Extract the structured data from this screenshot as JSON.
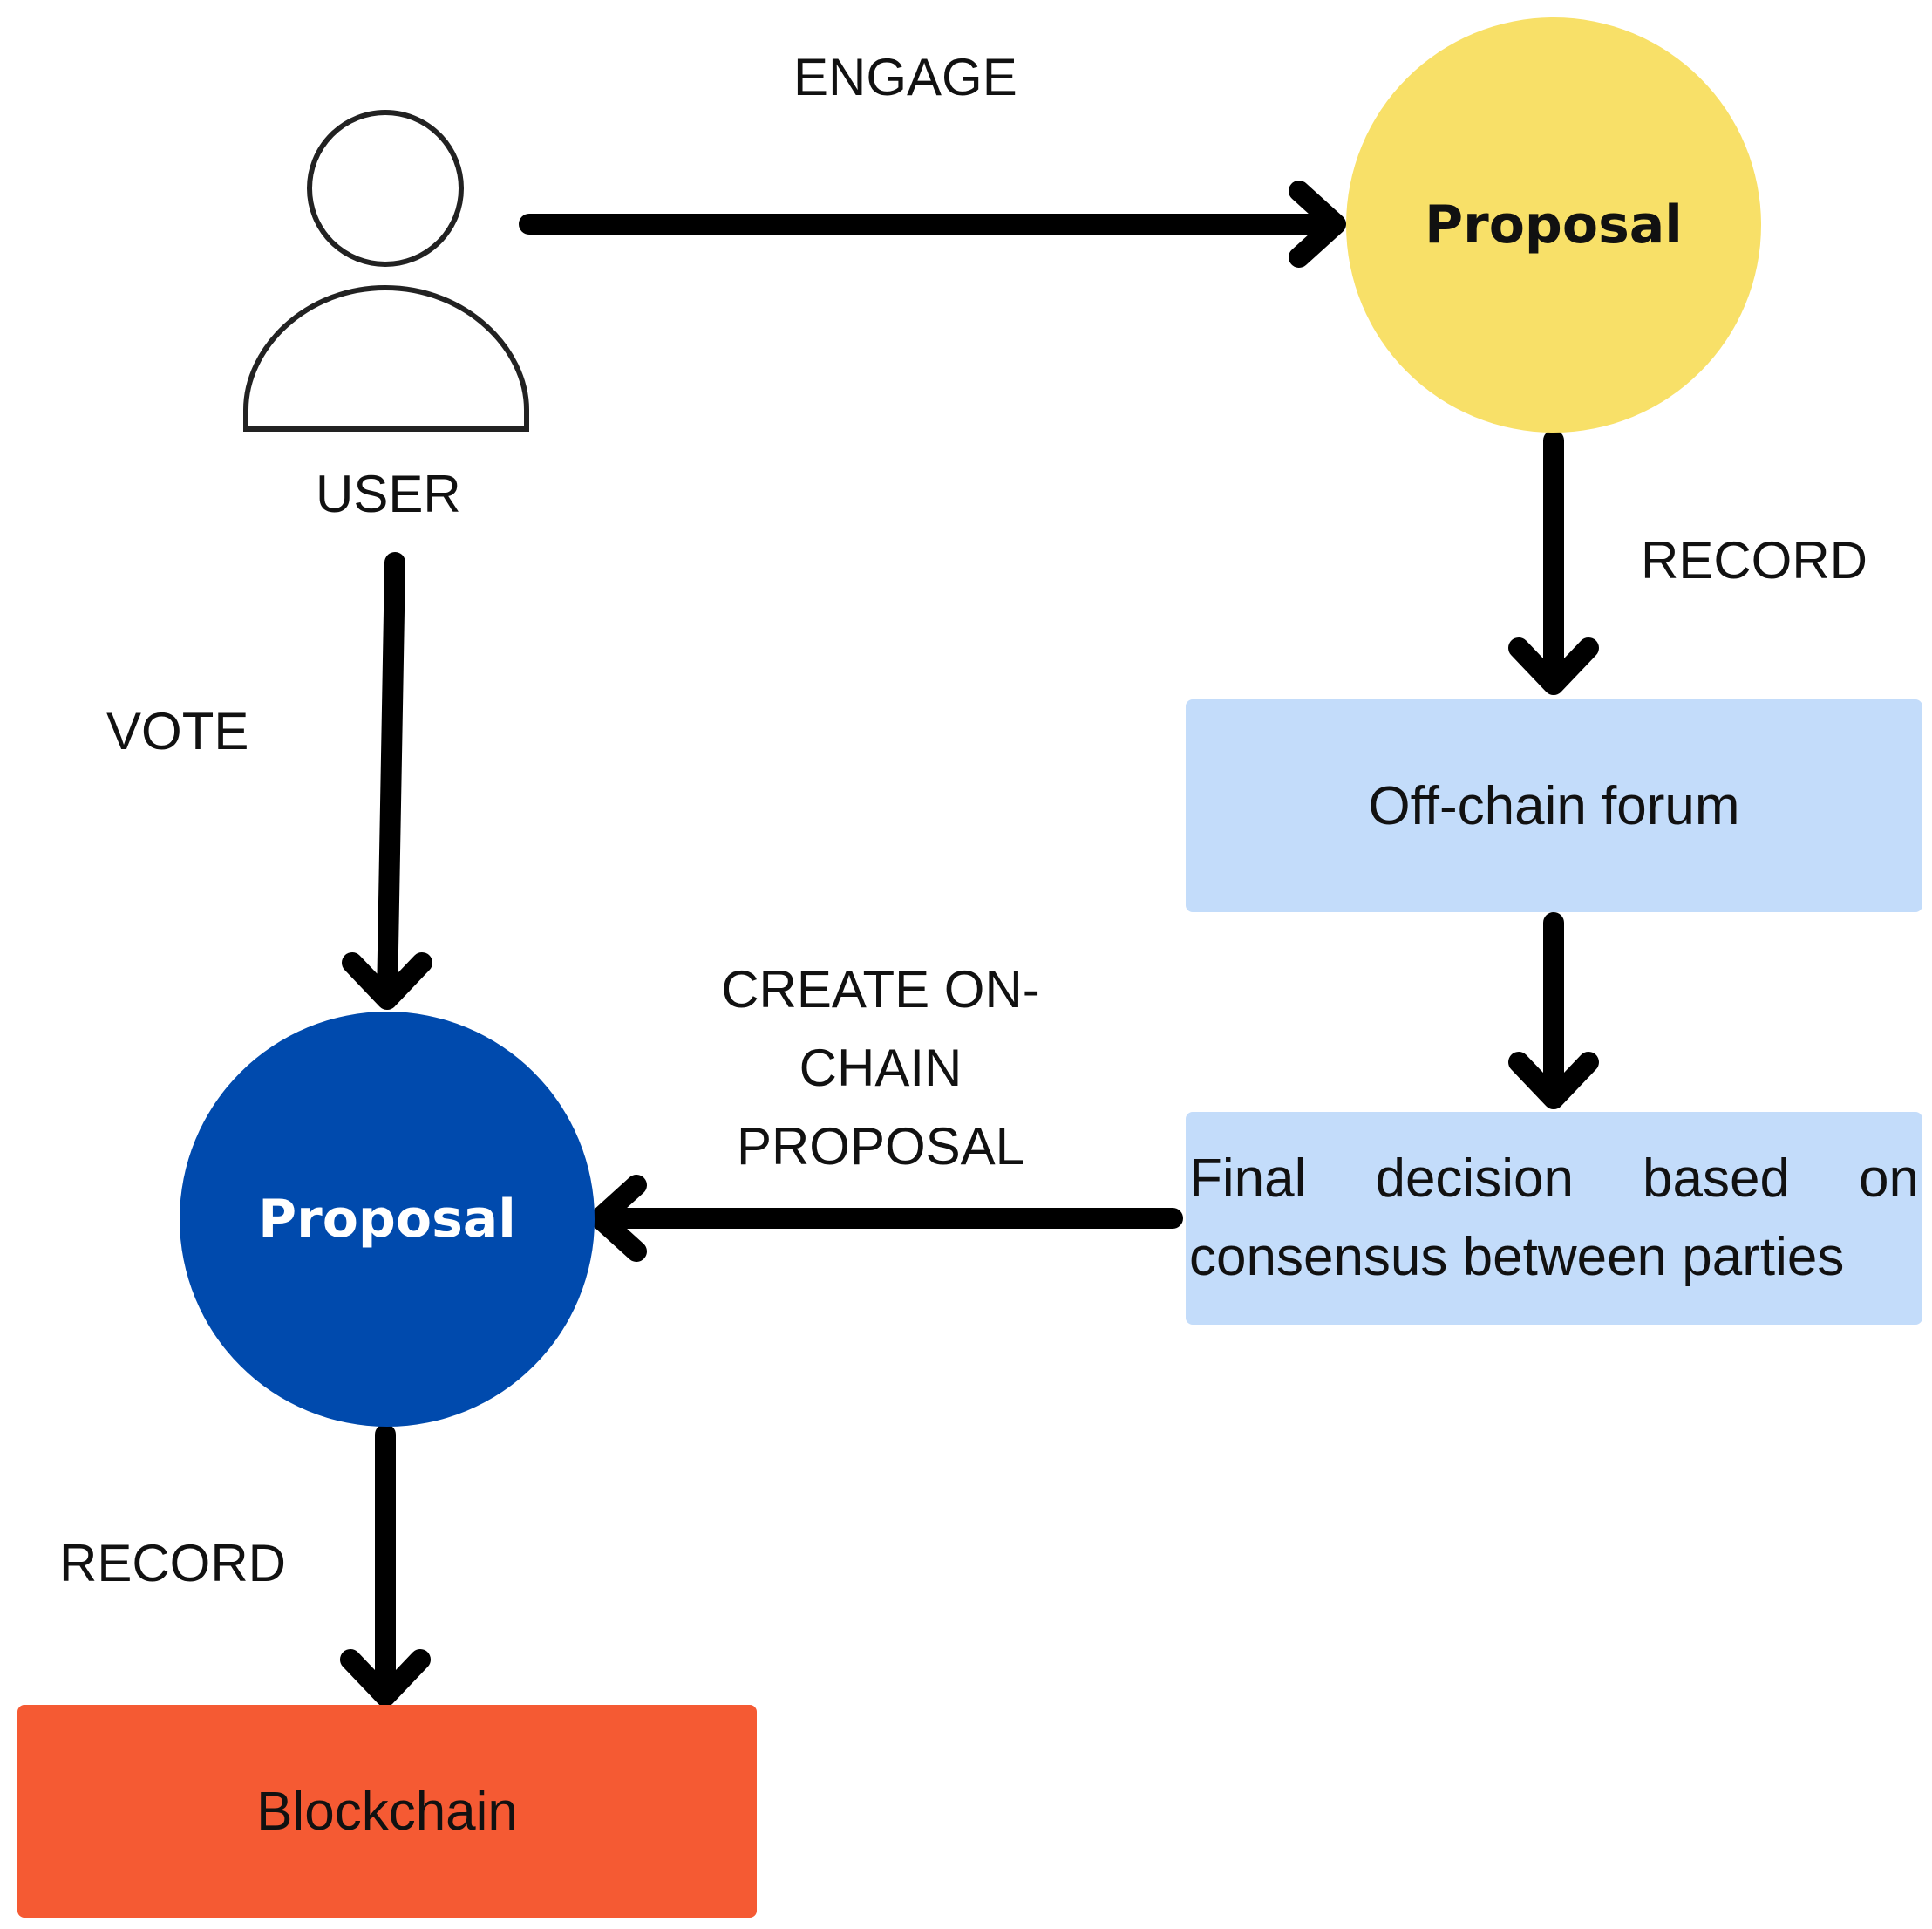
{
  "colors": {
    "proposal_offchain": "#F8E068",
    "proposal_onchain": "#004AAD",
    "forum_box": "#C3DCFA",
    "blockchain_box": "#F55A33",
    "arrow": "#000000"
  },
  "user": {
    "label": "USER",
    "icon": "user-icon"
  },
  "nodes": {
    "proposal_top": "Proposal",
    "proposal_bottom": "Proposal",
    "forum": "Off-chain forum",
    "decision": "Final decision based on consensus between parties",
    "blockchain": "Blockchain"
  },
  "edges": {
    "engage": "ENGAGE",
    "record_top": "RECORD",
    "vote": "VOTE",
    "create_line1": "CREATE ON-",
    "create_line2": "CHAIN",
    "create_line3": "PROPOSAL",
    "record_bottom": "RECORD"
  }
}
